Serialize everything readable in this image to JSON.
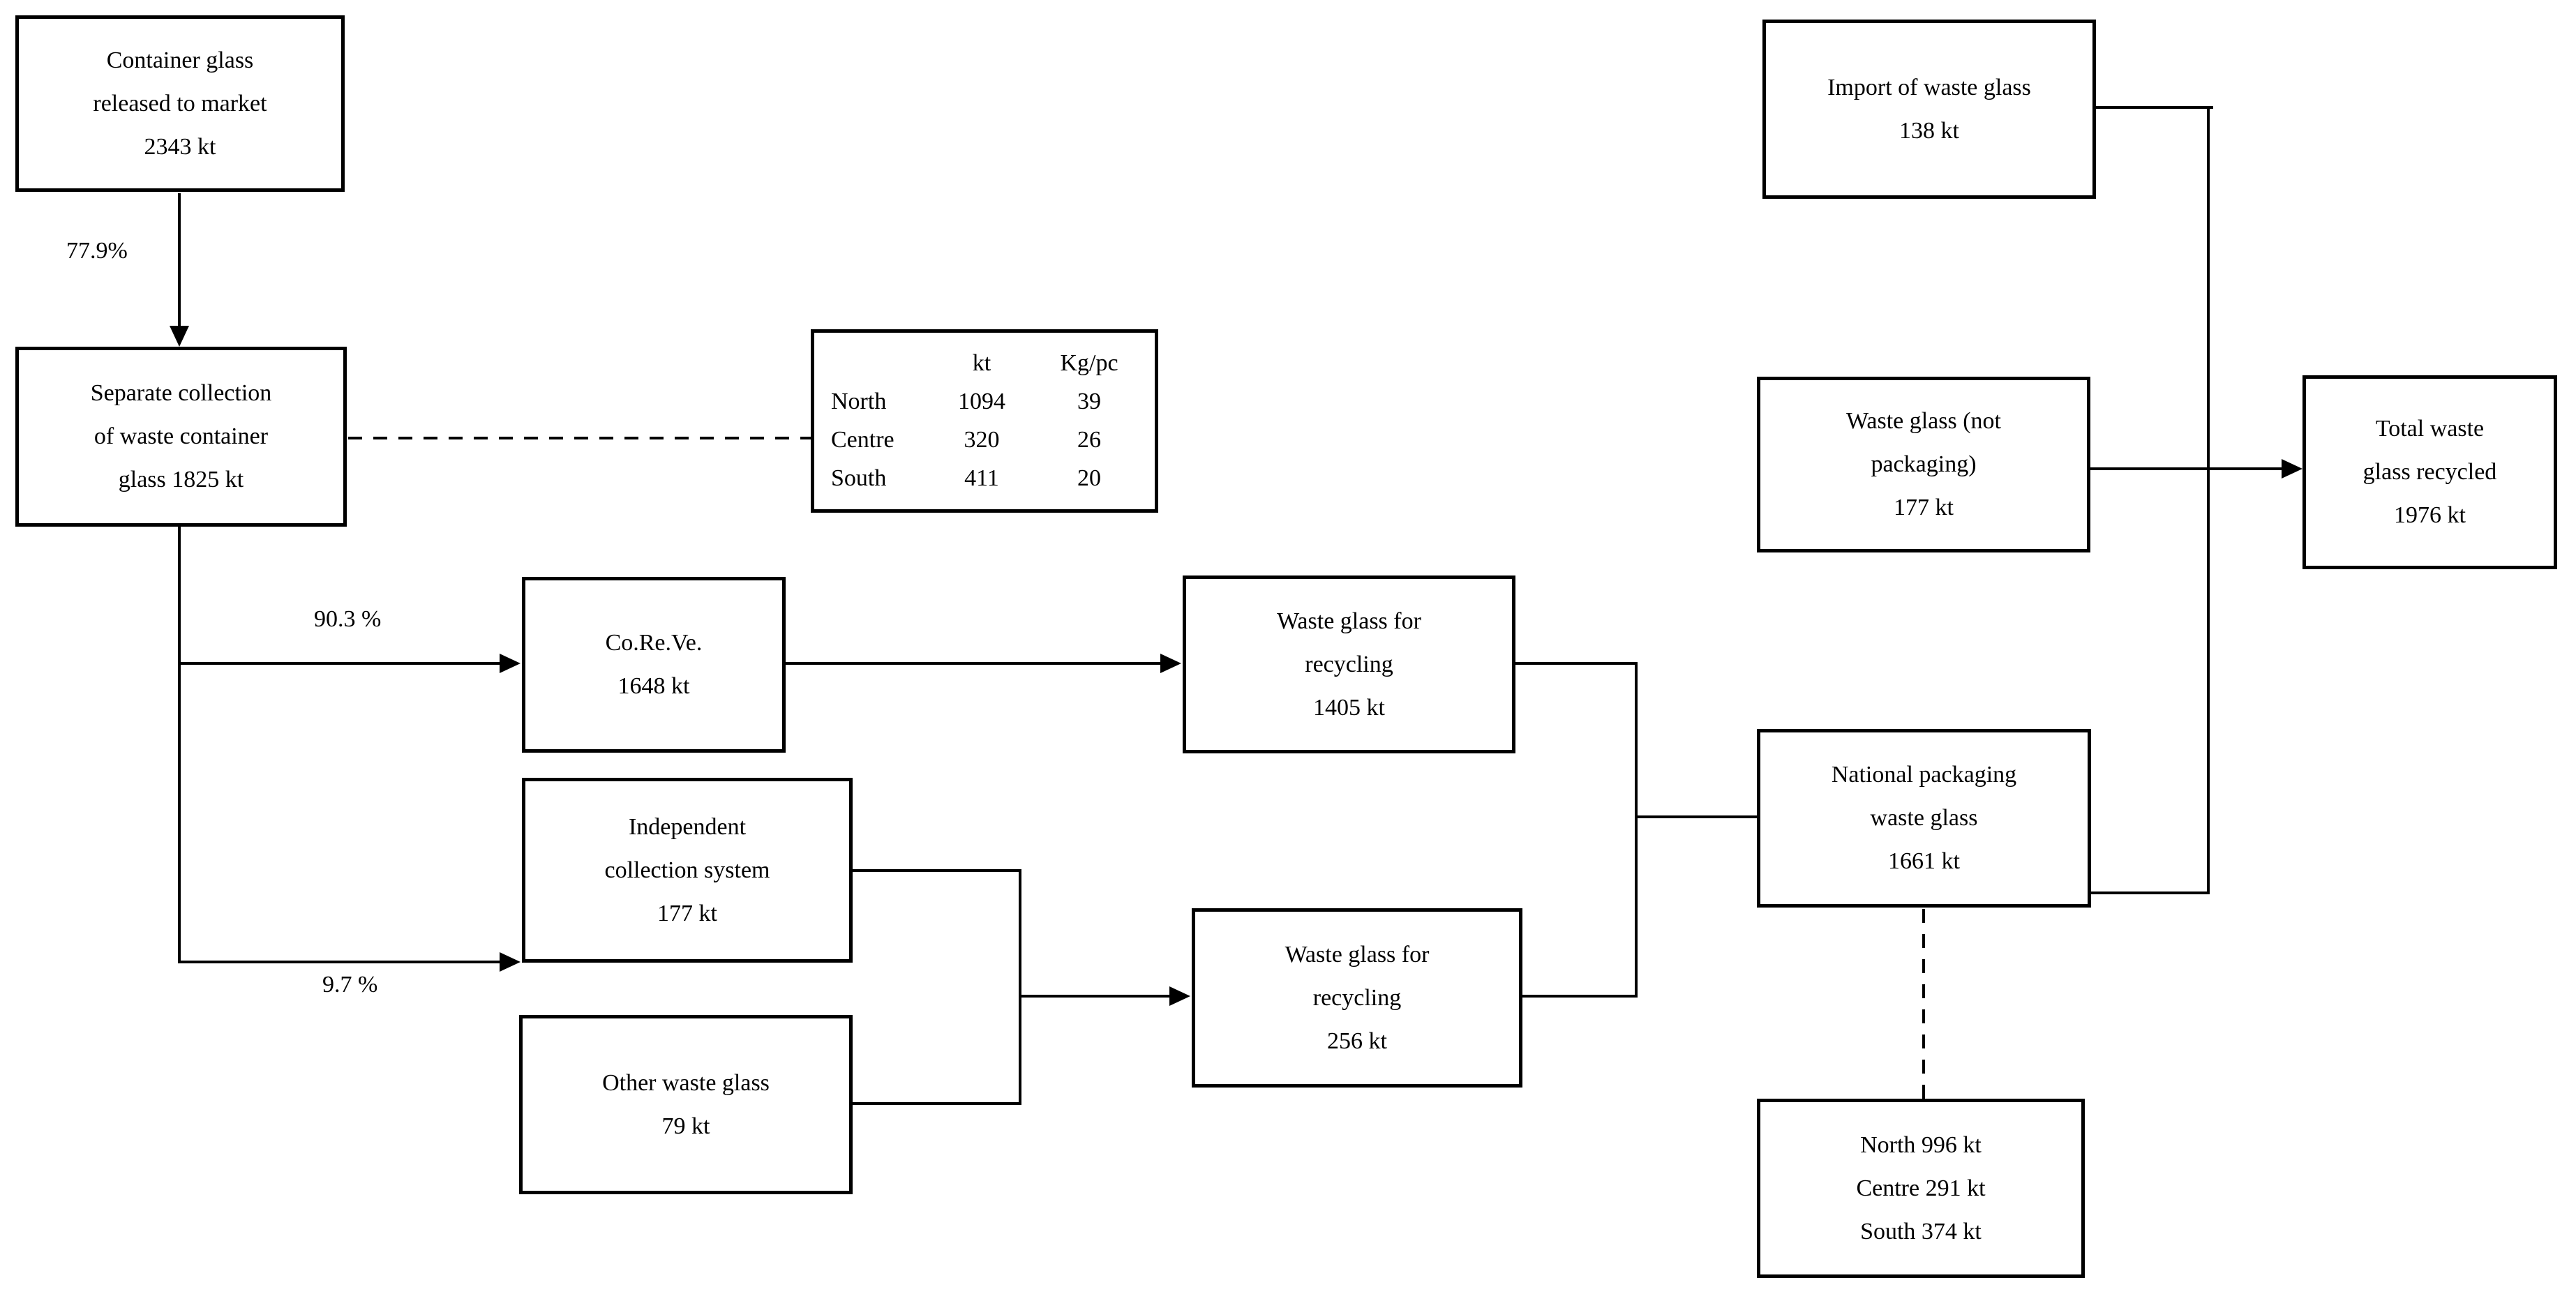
{
  "nodes": {
    "container_glass": "Container glass\nreleased to market\n2343 kt",
    "separate_collection": "Separate collection\nof waste container\nglass 1825 kt",
    "coreve": "Co.Re.Ve.\n1648 kt",
    "independent_collection": "Independent\ncollection system\n177 kt",
    "other_waste_glass": "Other waste glass\n79 kt",
    "waste_glass_recycling_main": "Waste glass for\nrecycling\n1405 kt",
    "waste_glass_recycling_secondary": "Waste glass for\nrecycling\n256 kt",
    "national_packaging": "National packaging\nwaste glass\n1661 kt",
    "import_waste_glass": "Import of waste glass\n138 kt",
    "waste_glass_not_packaging": "Waste glass (not\npackaging)\n177 kt",
    "total_recycled": "Total waste\nglass recycled\n1976 kt",
    "regional_breakdown": "North 996 kt\nCentre 291 kt\nSouth 374 kt"
  },
  "edge_labels": {
    "collection_rate": "77.9%",
    "coreve_share": "90.3 %",
    "independent_share": "9.7 %"
  },
  "regional_table": {
    "headers": {
      "region": "",
      "kt": "kt",
      "kg_pc": "Kg/pc"
    },
    "rows": [
      {
        "region": "North",
        "kt": "1094",
        "kg_pc": "39"
      },
      {
        "region": "Centre",
        "kt": "320",
        "kg_pc": "26"
      },
      {
        "region": "South",
        "kt": "411",
        "kg_pc": "20"
      }
    ]
  },
  "colors": {
    "line": "#000000",
    "background": "#ffffff",
    "text": "#000000"
  }
}
